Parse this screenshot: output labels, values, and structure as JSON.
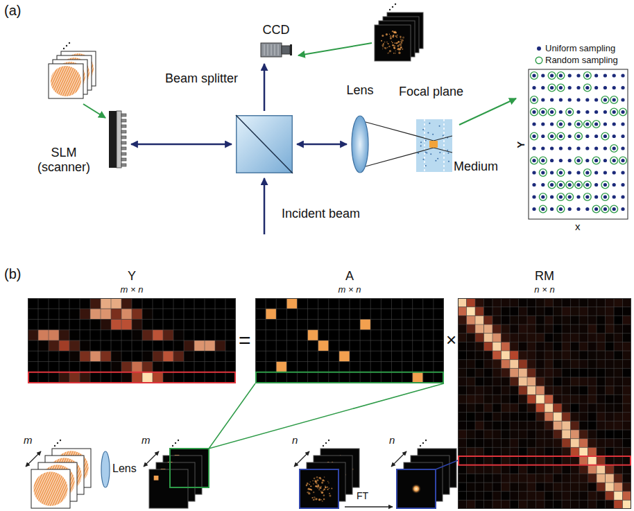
{
  "diagram": {
    "nodes": [
      {
        "text": [
          "CCD"
        ]
      },
      {
        "text": [
          "SLM (scanner)"
        ]
      },
      {
        "text": [
          "Beam splitter"
        ]
      },
      {
        "text": [
          "Lens"
        ]
      },
      {
        "text": [
          "Focal plane",
          "Medium"
        ]
      },
      {
        "text": [
          "Y",
          "m × n"
        ]
      },
      {
        "text": [
          "A",
          "m × n"
        ]
      },
      {
        "text": [
          "RM",
          "n × n"
        ]
      }
    ],
    "edges": [
      {
        "from": 1,
        "to": 2,
        "arrow": "both"
      },
      {
        "from": 2,
        "to": 3,
        "arrow": "both"
      },
      {
        "from": 2,
        "to": 0,
        "arrow": "to"
      }
    ],
    "labels": [
      "(a)",
      "Incident beam",
      "Y",
      "x",
      "(b)",
      "=",
      "×",
      "m",
      "Lens",
      "m",
      "n",
      "FT",
      "n"
    ],
    "legend": [
      {
        "text": "Uniform sampling",
        "color": "#1c2a7a"
      },
      {
        "text": "Random sampling"
      }
    ]
  }
}
